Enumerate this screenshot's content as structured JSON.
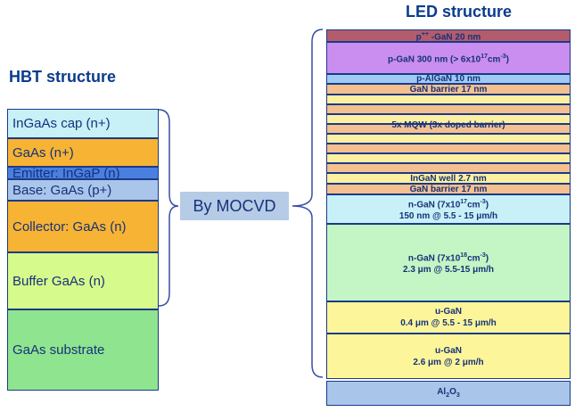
{
  "hbt": {
    "title": "HBT structure",
    "layers": [
      {
        "label": "InGaAs cap (n+)",
        "color": "#c8f0f7"
      },
      {
        "label": "GaAs (n+)",
        "color": "#f7b333"
      },
      {
        "label": "Emitter: InGaP (n)",
        "color": "#4a7fe0"
      },
      {
        "label": "Base: GaAs (p+)",
        "color": "#a9c5ea"
      },
      {
        "label": "Collector: GaAs (n)",
        "color": "#f7b333"
      },
      {
        "label": "Buffer GaAs (n)",
        "color": "#d7fa8c"
      },
      {
        "label": "GaAs substrate",
        "color": "#8fe48f"
      }
    ]
  },
  "method": {
    "label": "By MOCVD"
  },
  "led": {
    "title": "LED structure",
    "layers": {
      "p_gan_contact": {
        "label": "p++ -GaN 20 nm",
        "color": "#b35c6c"
      },
      "p_gan": {
        "label": "p-GaN 300 nm (> 6x1017cm-3)",
        "color": "#c98ef0"
      },
      "p_algan": {
        "label": "p-AlGaN 10 nm",
        "color": "#9fcbf3"
      },
      "gan_barrier_top": {
        "label": "GaN barrier 17 nm",
        "color": "#f5c090"
      },
      "mqw": {
        "label": "5x MQW (3x doped barrier)",
        "well_color": "#fdf0a0",
        "barrier_color": "#f5c090"
      },
      "ingan_well": {
        "label": "InGaN well 2.7 nm",
        "color": "#fdf0a0"
      },
      "gan_barrier_bottom": {
        "label": "GaN barrier 17 nm",
        "color": "#f5c090"
      },
      "n_gan_1": {
        "line1": "n-GaN (7x1017cm-3)",
        "line2": "150 nm @ 5.5 - 15 μm/h",
        "color": "#c8f0f7"
      },
      "n_gan_2": {
        "line1": "n-GaN (7x1018cm-3)",
        "line2": "2.3 μm @ 5.5-15 μm/h",
        "color": "#c4f5c4"
      },
      "u_gan_1": {
        "line1": "u-GaN",
        "line2": "0.4 μm @ 5.5 - 15 μm/h",
        "color": "#fdf59a"
      },
      "u_gan_2": {
        "line1": "u-GaN",
        "line2": "2.6 μm @ 2 μm/h",
        "color": "#fdf59a"
      },
      "substrate": {
        "label": "Al2O3",
        "color": "#a9c5ea"
      }
    }
  }
}
